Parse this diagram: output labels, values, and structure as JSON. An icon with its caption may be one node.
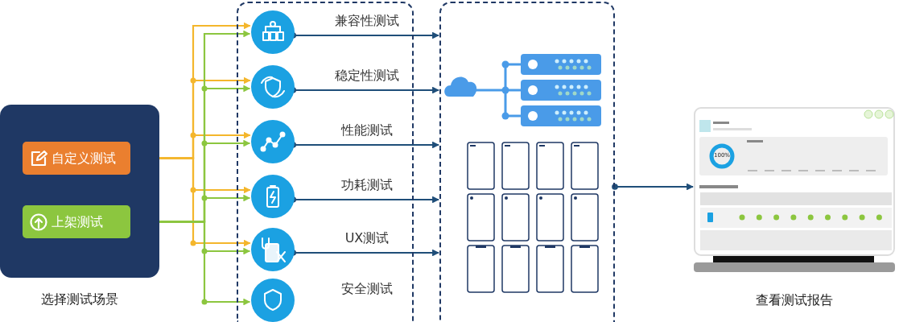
{
  "diagram": {
    "nodes": [
      {
        "text": [
          "选择测试场景"
        ]
      },
      {
        "text": [
          "自定义测试"
        ],
        "in": 0
      },
      {
        "text": [
          "上架测试"
        ],
        "in": 0
      },
      {
        "text": [],
        "shape": "box"
      },
      {
        "text": [],
        "shape": "circle",
        "beside": [
          "兼容性测试"
        ],
        "in": 3
      },
      {
        "text": [],
        "shape": "circle",
        "beside": [
          "稳定性测试"
        ],
        "in": 3
      },
      {
        "text": [],
        "shape": "circle",
        "beside": [
          "性能测试"
        ],
        "in": 3
      },
      {
        "text": [],
        "shape": "circle",
        "beside": [
          "功耗测试"
        ],
        "in": 3
      },
      {
        "text": [],
        "shape": "circle",
        "beside": [
          "UX测试"
        ],
        "in": 3
      },
      {
        "text": [],
        "shape": "circle",
        "beside": [
          "安全测试"
        ],
        "in": 3
      },
      {
        "text": [],
        "shape": "box"
      },
      {
        "text": [],
        "shape": "picture",
        "beside": [
          "查看测试报告"
        ]
      }
    ],
    "edges": [
      {
        "from": 1,
        "to": 4,
        "arrow": "to",
        "color": "#f4b62c"
      },
      {
        "from": 1,
        "to": 5,
        "arrow": "to",
        "color": "#f4b62c"
      },
      {
        "from": 1,
        "to": 6,
        "arrow": "to",
        "color": "#f4b62c"
      },
      {
        "from": 1,
        "to": 7,
        "arrow": "to",
        "color": "#f4b62c"
      },
      {
        "from": 1,
        "to": 8,
        "arrow": "to",
        "color": "#f4b62c"
      },
      {
        "from": 2,
        "to": 4,
        "arrow": "to",
        "color": "#8cc63f"
      },
      {
        "from": 2,
        "to": 5,
        "arrow": "to",
        "color": "#8cc63f"
      },
      {
        "from": 2,
        "to": 6,
        "arrow": "to",
        "color": "#8cc63f"
      },
      {
        "from": 2,
        "to": 7,
        "arrow": "to",
        "color": "#8cc63f"
      },
      {
        "from": 2,
        "to": 8,
        "arrow": "to",
        "color": "#8cc63f"
      },
      {
        "from": 2,
        "to": 9,
        "arrow": "to",
        "color": "#8cc63f"
      },
      {
        "from": 4,
        "to": 10,
        "arrow": "to",
        "color": "#1f4e79"
      },
      {
        "from": 5,
        "to": 10,
        "arrow": "to",
        "color": "#1f4e79"
      },
      {
        "from": 6,
        "to": 10,
        "arrow": "to",
        "color": "#1f4e79"
      },
      {
        "from": 7,
        "to": 10,
        "arrow": "to",
        "color": "#1f4e79"
      },
      {
        "from": 8,
        "to": 10,
        "arrow": "to",
        "color": "#1f4e79"
      },
      {
        "from": 10,
        "to": 11,
        "arrow": "to",
        "color": "#1f4e79"
      }
    ],
    "labels": [
      "100%"
    ]
  }
}
